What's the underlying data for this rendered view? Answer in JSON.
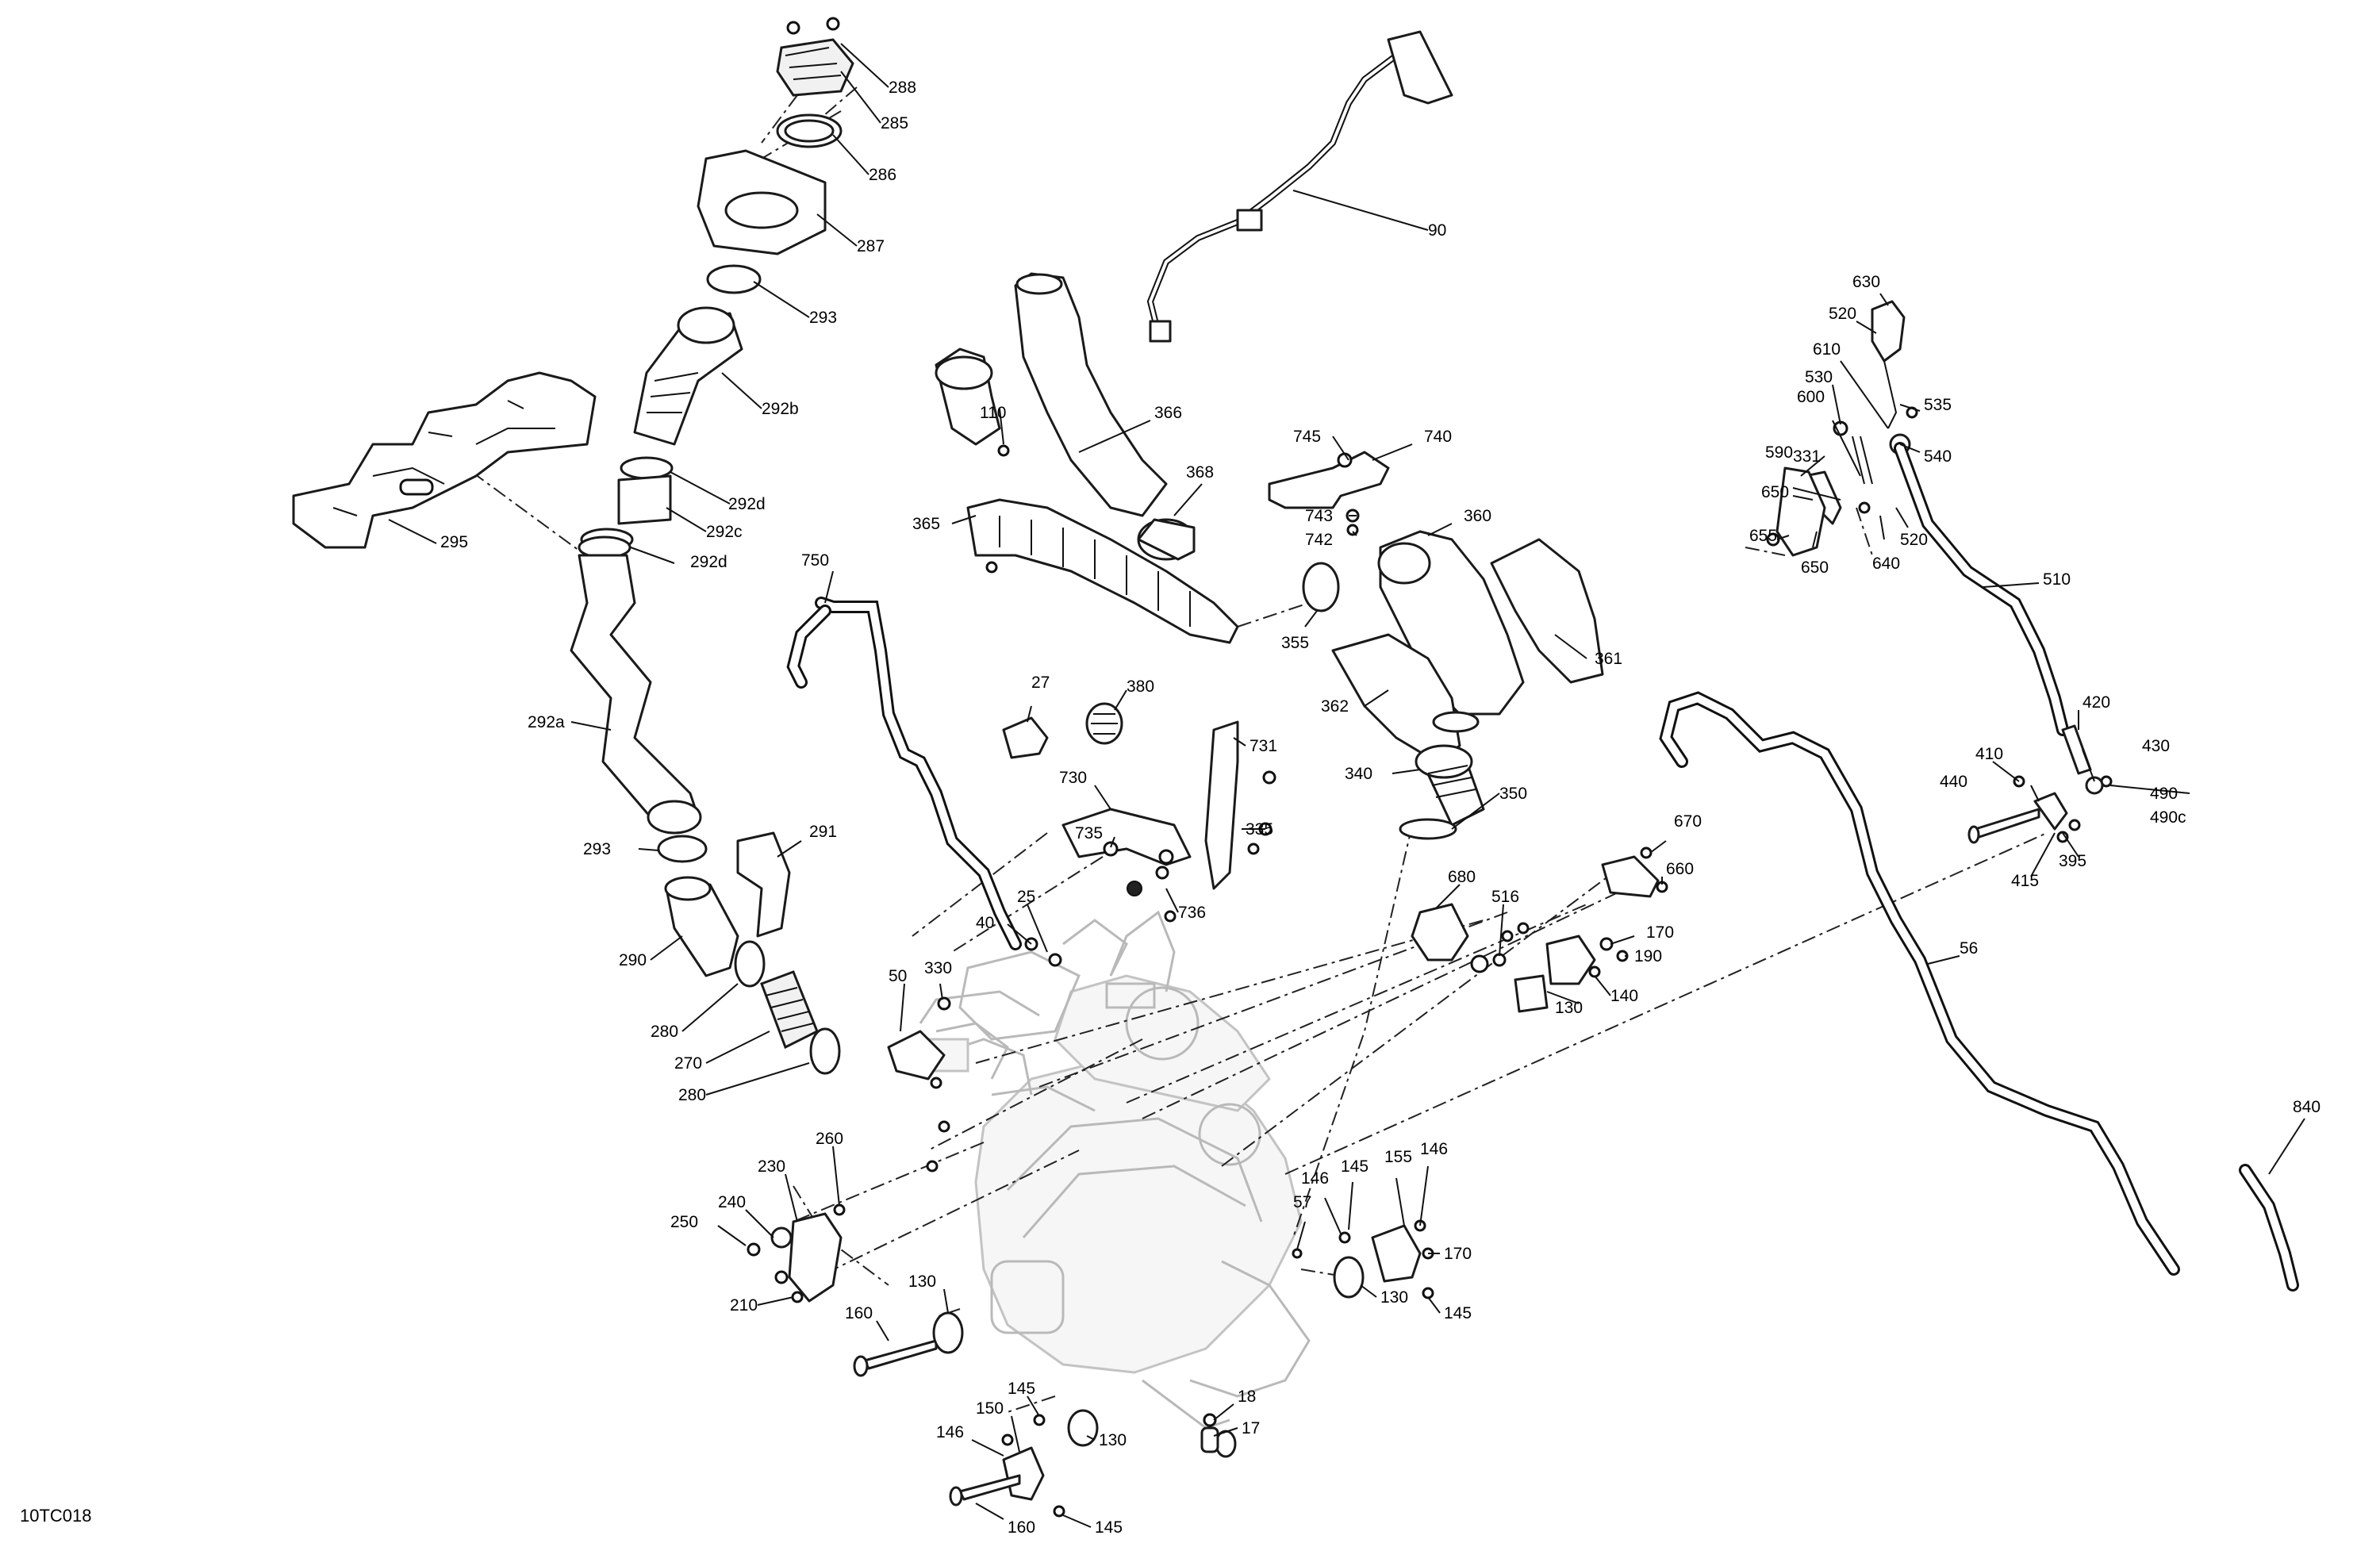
{
  "figure_id": "10TC018",
  "callouts": [
    {
      "id": "c288",
      "text": "288"
    },
    {
      "id": "c285",
      "text": "285"
    },
    {
      "id": "c286",
      "text": "286"
    },
    {
      "id": "c287",
      "text": "287"
    },
    {
      "id": "c293a",
      "text": "293"
    },
    {
      "id": "c292b",
      "text": "292b"
    },
    {
      "id": "c292d1",
      "text": "292d"
    },
    {
      "id": "c292c",
      "text": "292c"
    },
    {
      "id": "c292d2",
      "text": "292d"
    },
    {
      "id": "c295",
      "text": "295"
    },
    {
      "id": "c292a",
      "text": "292a"
    },
    {
      "id": "c293b",
      "text": "293"
    },
    {
      "id": "c291",
      "text": "291"
    },
    {
      "id": "c290",
      "text": "290"
    },
    {
      "id": "c280a",
      "text": "280"
    },
    {
      "id": "c270",
      "text": "270"
    },
    {
      "id": "c280b",
      "text": "280"
    },
    {
      "id": "c90",
      "text": "90"
    },
    {
      "id": "c110",
      "text": "110"
    },
    {
      "id": "c366",
      "text": "366"
    },
    {
      "id": "c368",
      "text": "368"
    },
    {
      "id": "c365",
      "text": "365"
    },
    {
      "id": "c750",
      "text": "750"
    },
    {
      "id": "c745",
      "text": "745"
    },
    {
      "id": "c740",
      "text": "740"
    },
    {
      "id": "c743",
      "text": "743"
    },
    {
      "id": "c742",
      "text": "742"
    },
    {
      "id": "c360",
      "text": "360"
    },
    {
      "id": "c355",
      "text": "355"
    },
    {
      "id": "c361",
      "text": "361"
    },
    {
      "id": "c362",
      "text": "362"
    },
    {
      "id": "c340",
      "text": "340"
    },
    {
      "id": "c350",
      "text": "350"
    },
    {
      "id": "c27",
      "text": "27"
    },
    {
      "id": "c380",
      "text": "380"
    },
    {
      "id": "c731",
      "text": "731"
    },
    {
      "id": "c730",
      "text": "730"
    },
    {
      "id": "c735",
      "text": "735"
    },
    {
      "id": "c335",
      "text": "335"
    },
    {
      "id": "c736",
      "text": "736"
    },
    {
      "id": "c25",
      "text": "25"
    },
    {
      "id": "c40",
      "text": "40"
    },
    {
      "id": "c50",
      "text": "50"
    },
    {
      "id": "c330",
      "text": "330"
    },
    {
      "id": "c680",
      "text": "680"
    },
    {
      "id": "c516",
      "text": "516"
    },
    {
      "id": "c670",
      "text": "670"
    },
    {
      "id": "c660",
      "text": "660"
    },
    {
      "id": "c170a",
      "text": "170"
    },
    {
      "id": "c190",
      "text": "190"
    },
    {
      "id": "c130a",
      "text": "130"
    },
    {
      "id": "c140",
      "text": "140"
    },
    {
      "id": "c630",
      "text": "630"
    },
    {
      "id": "c520a",
      "text": "520"
    },
    {
      "id": "c610",
      "text": "610"
    },
    {
      "id": "c530",
      "text": "530"
    },
    {
      "id": "c535",
      "text": "535"
    },
    {
      "id": "c600",
      "text": "600"
    },
    {
      "id": "c540",
      "text": "540"
    },
    {
      "id": "c590",
      "text": "590"
    },
    {
      "id": "c331",
      "text": "331"
    },
    {
      "id": "c650a",
      "text": "650"
    },
    {
      "id": "c655",
      "text": "655"
    },
    {
      "id": "c650b",
      "text": "650"
    },
    {
      "id": "c640",
      "text": "640"
    },
    {
      "id": "c520b",
      "text": "520"
    },
    {
      "id": "c510",
      "text": "510"
    },
    {
      "id": "c420",
      "text": "420"
    },
    {
      "id": "c410",
      "text": "410"
    },
    {
      "id": "c430",
      "text": "430"
    },
    {
      "id": "c440",
      "text": "440"
    },
    {
      "id": "c490",
      "text": "490"
    },
    {
      "id": "c490c",
      "text": "490c"
    },
    {
      "id": "c395",
      "text": "395"
    },
    {
      "id": "c415",
      "text": "415"
    },
    {
      "id": "c56",
      "text": "56"
    },
    {
      "id": "c840",
      "text": "840"
    },
    {
      "id": "c260",
      "text": "260"
    },
    {
      "id": "c230",
      "text": "230"
    },
    {
      "id": "c240",
      "text": "240"
    },
    {
      "id": "c250",
      "text": "250"
    },
    {
      "id": "c210",
      "text": "210"
    },
    {
      "id": "c130b",
      "text": "130"
    },
    {
      "id": "c160a",
      "text": "160"
    },
    {
      "id": "c57",
      "text": "57"
    },
    {
      "id": "c146a",
      "text": "146"
    },
    {
      "id": "c145a",
      "text": "145"
    },
    {
      "id": "c155",
      "text": "155"
    },
    {
      "id": "c146b",
      "text": "146"
    },
    {
      "id": "c170b",
      "text": "170"
    },
    {
      "id": "c130c",
      "text": "130"
    },
    {
      "id": "c145b",
      "text": "145"
    },
    {
      "id": "c18",
      "text": "18"
    },
    {
      "id": "c17",
      "text": "17"
    },
    {
      "id": "c145c",
      "text": "145"
    },
    {
      "id": "c150",
      "text": "150"
    },
    {
      "id": "c146c",
      "text": "146"
    },
    {
      "id": "c130d",
      "text": "130"
    },
    {
      "id": "c160b",
      "text": "160"
    },
    {
      "id": "c145d",
      "text": "145"
    }
  ]
}
